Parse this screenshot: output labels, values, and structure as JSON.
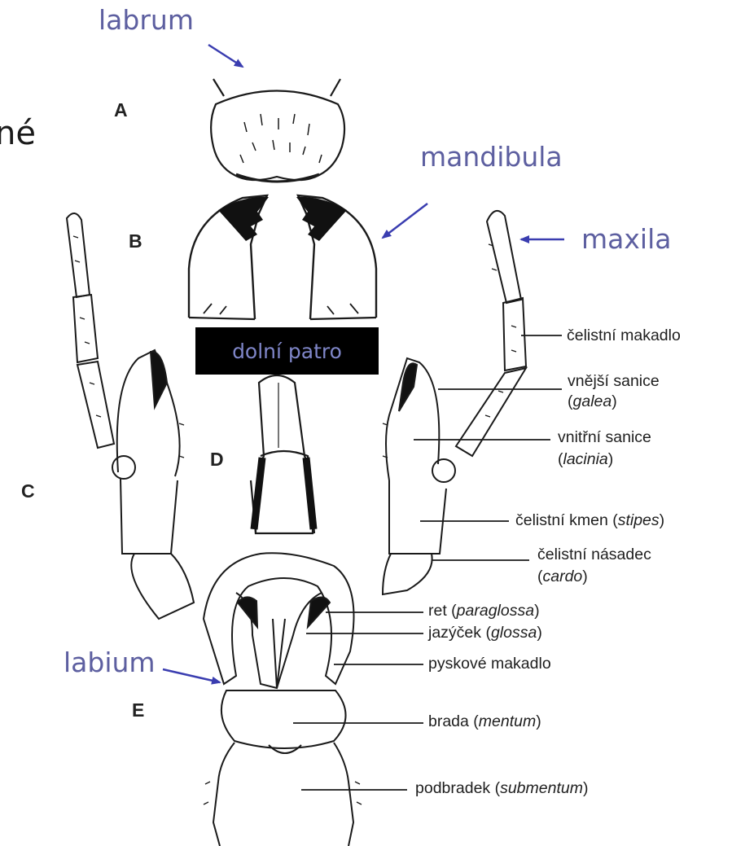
{
  "slide_text": "né",
  "callouts": {
    "labrum": "labrum",
    "mandibula": "mandibula",
    "maxila": "maxila",
    "labium": "labium"
  },
  "box_label": "dolní patro",
  "figure_letters": {
    "a": "A",
    "b": "B",
    "c": "C",
    "d": "D",
    "e": "E"
  },
  "parts": {
    "celistni_makadlo": "čelistní makadlo",
    "vnejsi_sanice": "vnější sanice",
    "galea": "galea",
    "vnitrni_sanice": "vnitřní sanice",
    "lacinia": "lacinia",
    "celistni_kmen": "čelistní kmen (",
    "stipes": "stipes",
    "celistni_nasadec": "čelistní násadec",
    "cardo": "cardo",
    "ret": "ret (",
    "paraglossa": "paraglossa",
    "jazycek": "jazýček (",
    "glossa": "glossa",
    "pyskove_makadlo": "pyskové makadlo",
    "brada": "brada (",
    "mentum": "mentum",
    "podbradek": "podbradek (",
    "submentum": "submentum",
    "open_paren": "(",
    "close_paren": ")"
  },
  "colors": {
    "callout": "#5d5fa0",
    "box_text": "#7f86c8",
    "drawing": "#1a1a1a"
  }
}
